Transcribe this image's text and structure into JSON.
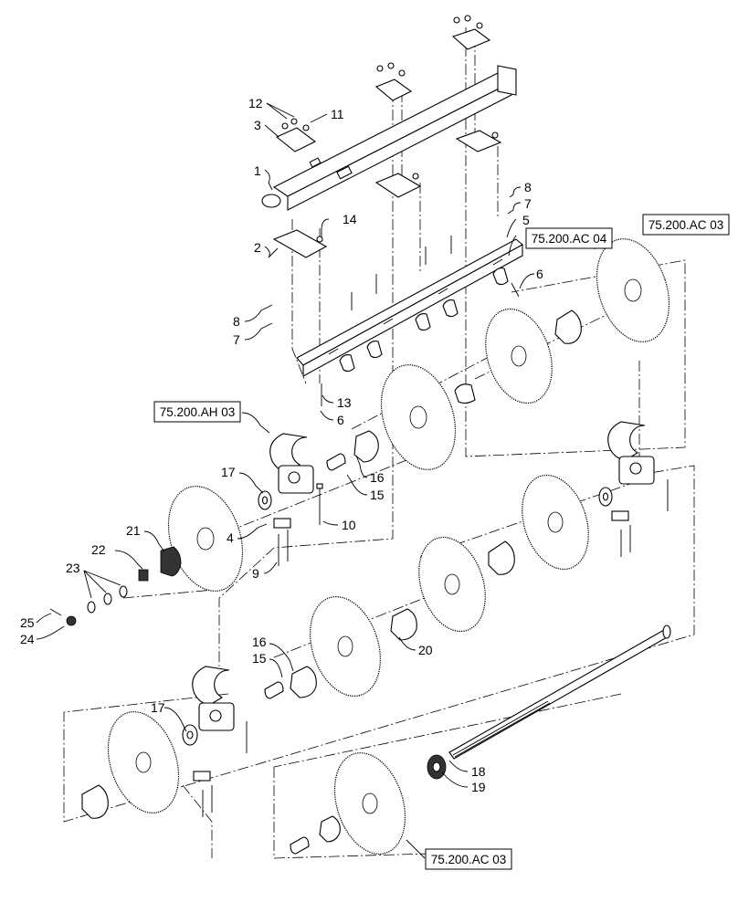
{
  "callouts": [
    {
      "id": "c12",
      "label": "12"
    },
    {
      "id": "c11",
      "label": "11"
    },
    {
      "id": "c3",
      "label": "3"
    },
    {
      "id": "c1",
      "label": "1"
    },
    {
      "id": "c14",
      "label": "14"
    },
    {
      "id": "c2",
      "label": "2"
    },
    {
      "id": "c8a",
      "label": "8"
    },
    {
      "id": "c7a",
      "label": "7"
    },
    {
      "id": "c5",
      "label": "5"
    },
    {
      "id": "c6a",
      "label": "6"
    },
    {
      "id": "c8b",
      "label": "8"
    },
    {
      "id": "c7b",
      "label": "7"
    },
    {
      "id": "c13",
      "label": "13"
    },
    {
      "id": "c6b",
      "label": "6"
    },
    {
      "id": "c17a",
      "label": "17"
    },
    {
      "id": "c16a",
      "label": "16"
    },
    {
      "id": "c15a",
      "label": "15"
    },
    {
      "id": "c10",
      "label": "10"
    },
    {
      "id": "c21",
      "label": "21"
    },
    {
      "id": "c4",
      "label": "4"
    },
    {
      "id": "c22",
      "label": "22"
    },
    {
      "id": "c9",
      "label": "9"
    },
    {
      "id": "c23",
      "label": "23"
    },
    {
      "id": "c25",
      "label": "25"
    },
    {
      "id": "c24",
      "label": "24"
    },
    {
      "id": "c20",
      "label": "20"
    },
    {
      "id": "c16b",
      "label": "16"
    },
    {
      "id": "c15b",
      "label": "15"
    },
    {
      "id": "c17b",
      "label": "17"
    },
    {
      "id": "c18",
      "label": "18"
    },
    {
      "id": "c19",
      "label": "19"
    }
  ],
  "references": [
    {
      "id": "r1",
      "label": "75.200.AC 03"
    },
    {
      "id": "r2",
      "label": "75.200.AC 04"
    },
    {
      "id": "r3",
      "label": "75.200.AH 03"
    },
    {
      "id": "r4",
      "label": "75.200.AC 03"
    }
  ]
}
